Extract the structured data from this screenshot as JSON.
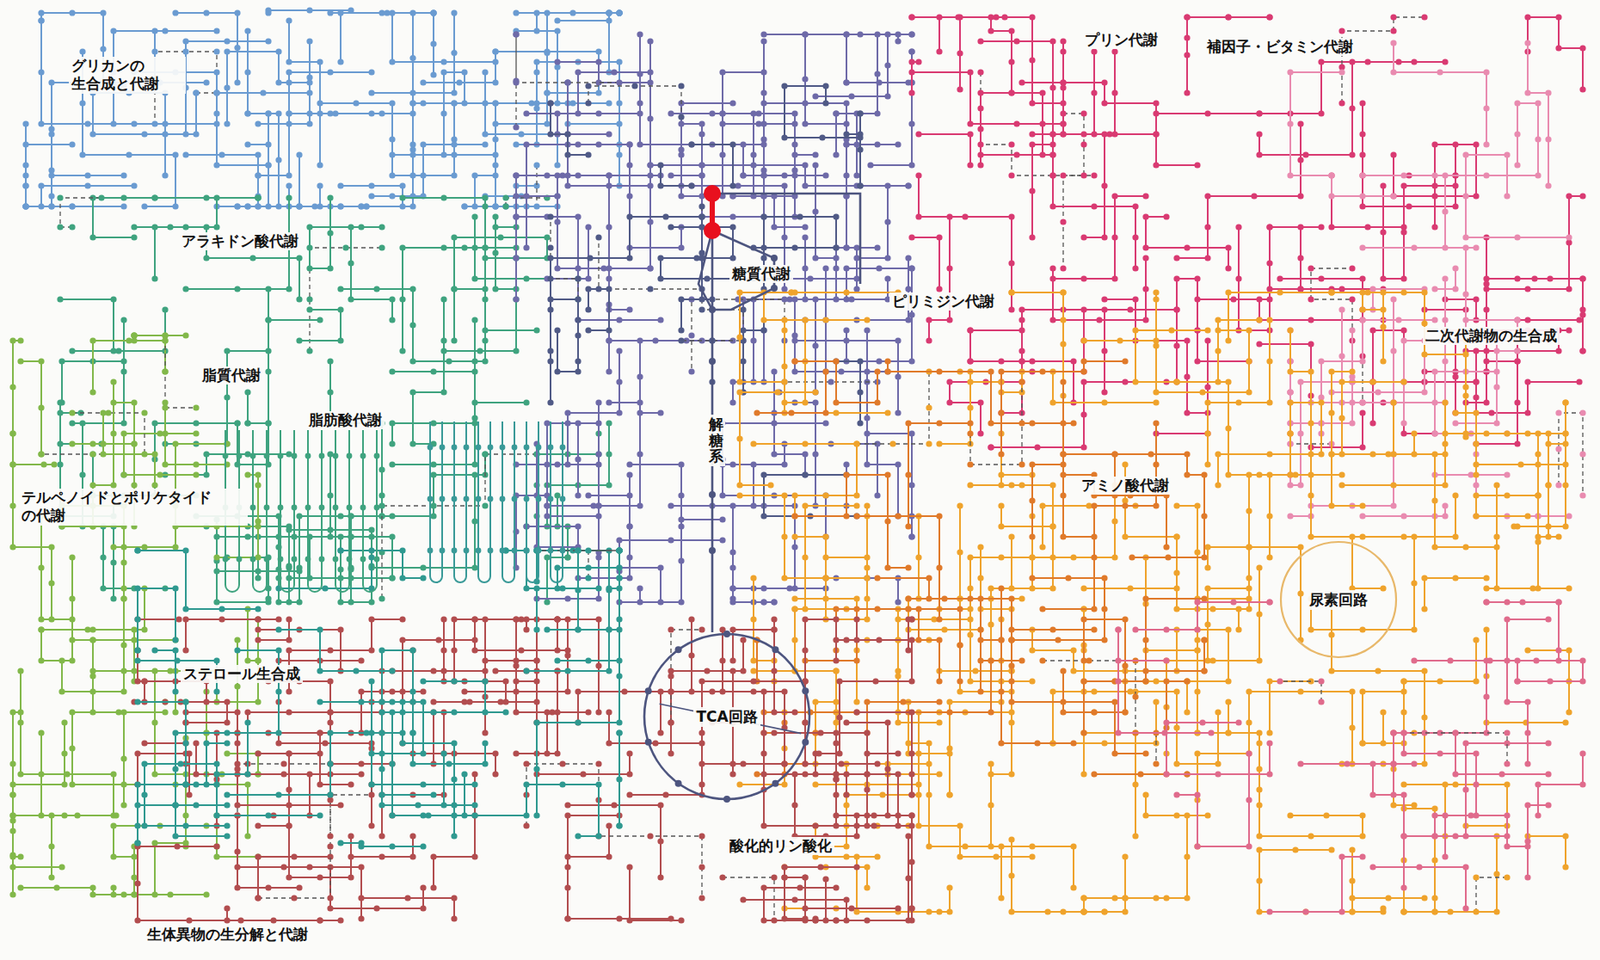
{
  "diagram": {
    "nodes": [
      {
        "text": [
          "尿素回路"
        ]
      },
      {
        "text": [
          "TCA回路"
        ]
      }
    ],
    "labels": [
      "プリン代謝",
      "補因子・ビタミン代謝",
      "グリカンの 生合成と代謝",
      "アラキドン酸代謝",
      "糖質代謝",
      "ピリミジン代謝",
      "二次代謝物の生合成",
      "脂質代謝",
      "脂肪酸代謝",
      "解糖系",
      "アミノ酸代謝",
      "テルペノイドとポリケタイド の代謝",
      "ステロール生合成",
      "酸化的リン酸化",
      "生体異物の生分解と代謝"
    ]
  }
}
